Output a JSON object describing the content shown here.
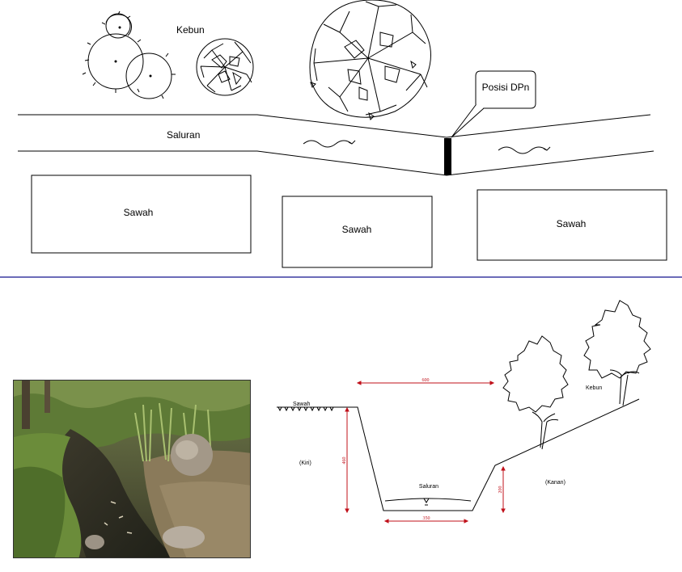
{
  "top_plan": {
    "kebun_label": "Kebun",
    "saluran_label": "Saluran",
    "callout_label": "Posisi DPn",
    "sawah_labels": [
      "Sawah",
      "Sawah",
      "Sawah"
    ]
  },
  "divider_color": "#3a3aa0",
  "cross_section": {
    "sawah_label": "Sawah",
    "kiri_label": "(Kiri)",
    "kanan_label": "(Kanan)",
    "kebun_label": "Kebun",
    "saluran_label": "Saluran",
    "dim_top_width": "600",
    "dim_bottom_width": "350",
    "dim_left_height": "460",
    "dim_right_height": "200",
    "dimension_color": "#c0101a"
  },
  "photo": {
    "icon": "stream-photo"
  }
}
